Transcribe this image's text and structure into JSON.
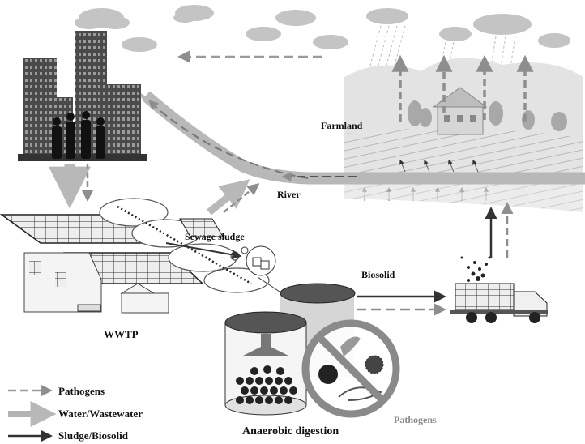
{
  "labels": {
    "farmland": "Farmland",
    "river": "River",
    "sewage_sludge": "Sewage sludge",
    "biosolid": "Biosolid",
    "wwtp": "WWTP",
    "anaerobic_digestion": "Anaerobic digestion",
    "pathogens_caption": "Pathogens"
  },
  "legend": {
    "items": [
      {
        "label": "Pathogens",
        "style": "dashed",
        "color": "#9a9a9a"
      },
      {
        "label": "Water/Wastewater",
        "style": "thick",
        "color": "#b4b4b4"
      },
      {
        "label": "Sludge/Biosolid",
        "style": "solid",
        "color": "#333333"
      }
    ]
  },
  "colors": {
    "water": "#b8b8b8",
    "pathogen": "#8e8e8e",
    "sludge": "#333333",
    "building": "#555555",
    "cloud": "#c4c4c4",
    "pathogens_text": "#8a8a8a"
  }
}
